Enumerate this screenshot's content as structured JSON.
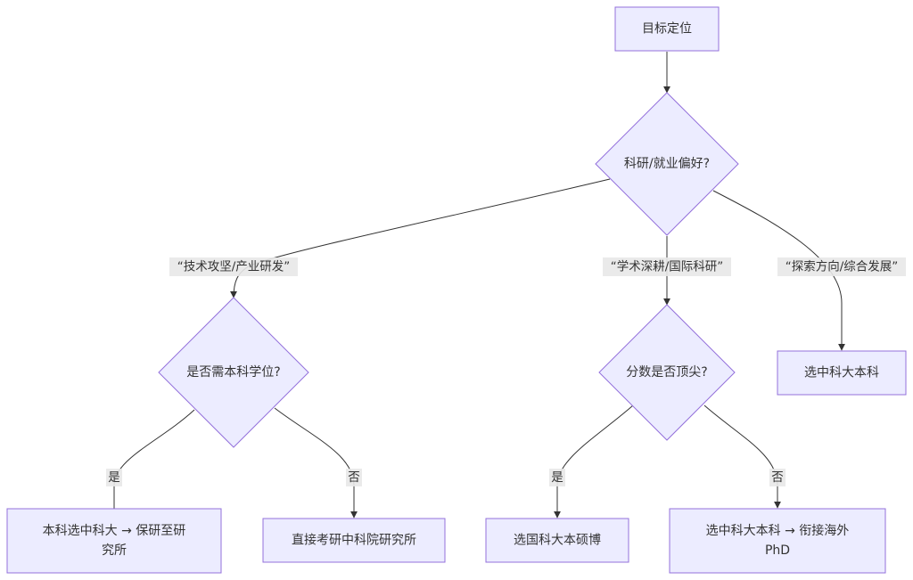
{
  "diagram": {
    "nodes": {
      "goal": {
        "lines": [
          "目标定位"
        ]
      },
      "pref": {
        "lines": [
          "科研/就业偏好?"
        ]
      },
      "degree": {
        "lines": [
          "是否需本科学位?"
        ]
      },
      "score": {
        "lines": [
          "分数是否顶尖?"
        ]
      },
      "ustc_direct": {
        "lines": [
          "选中科大本科"
        ]
      },
      "ustc_tuimian": {
        "lines": [
          "本科选中科大 → 保研至研",
          "究所"
        ]
      },
      "kaoyan": {
        "lines": [
          "直接考研中科院研究所"
        ]
      },
      "ucas_phd": {
        "lines": [
          "选国科大本硕博"
        ]
      },
      "ustc_abroad": {
        "lines": [
          "选中科大本科 → 衔接海外",
          "PhD"
        ]
      }
    },
    "edges": {
      "e_goal_pref": {
        "label": ""
      },
      "e_pref_degree": {
        "label": "“技术攻坚/产业研发”"
      },
      "e_pref_score": {
        "label": "“学术深耕/国际科研”"
      },
      "e_pref_direct": {
        "label": "“探索方向/综合发展”"
      },
      "e_degree_yes": {
        "label": "是"
      },
      "e_degree_no": {
        "label": "否"
      },
      "e_score_yes": {
        "label": "是"
      },
      "e_score_no": {
        "label": "否"
      }
    }
  },
  "colors": {
    "node_fill": "#ECECFF",
    "node_stroke": "#9370DB",
    "edge": "#333333",
    "label_bg": "#e8e8e8",
    "text": "#333333"
  }
}
